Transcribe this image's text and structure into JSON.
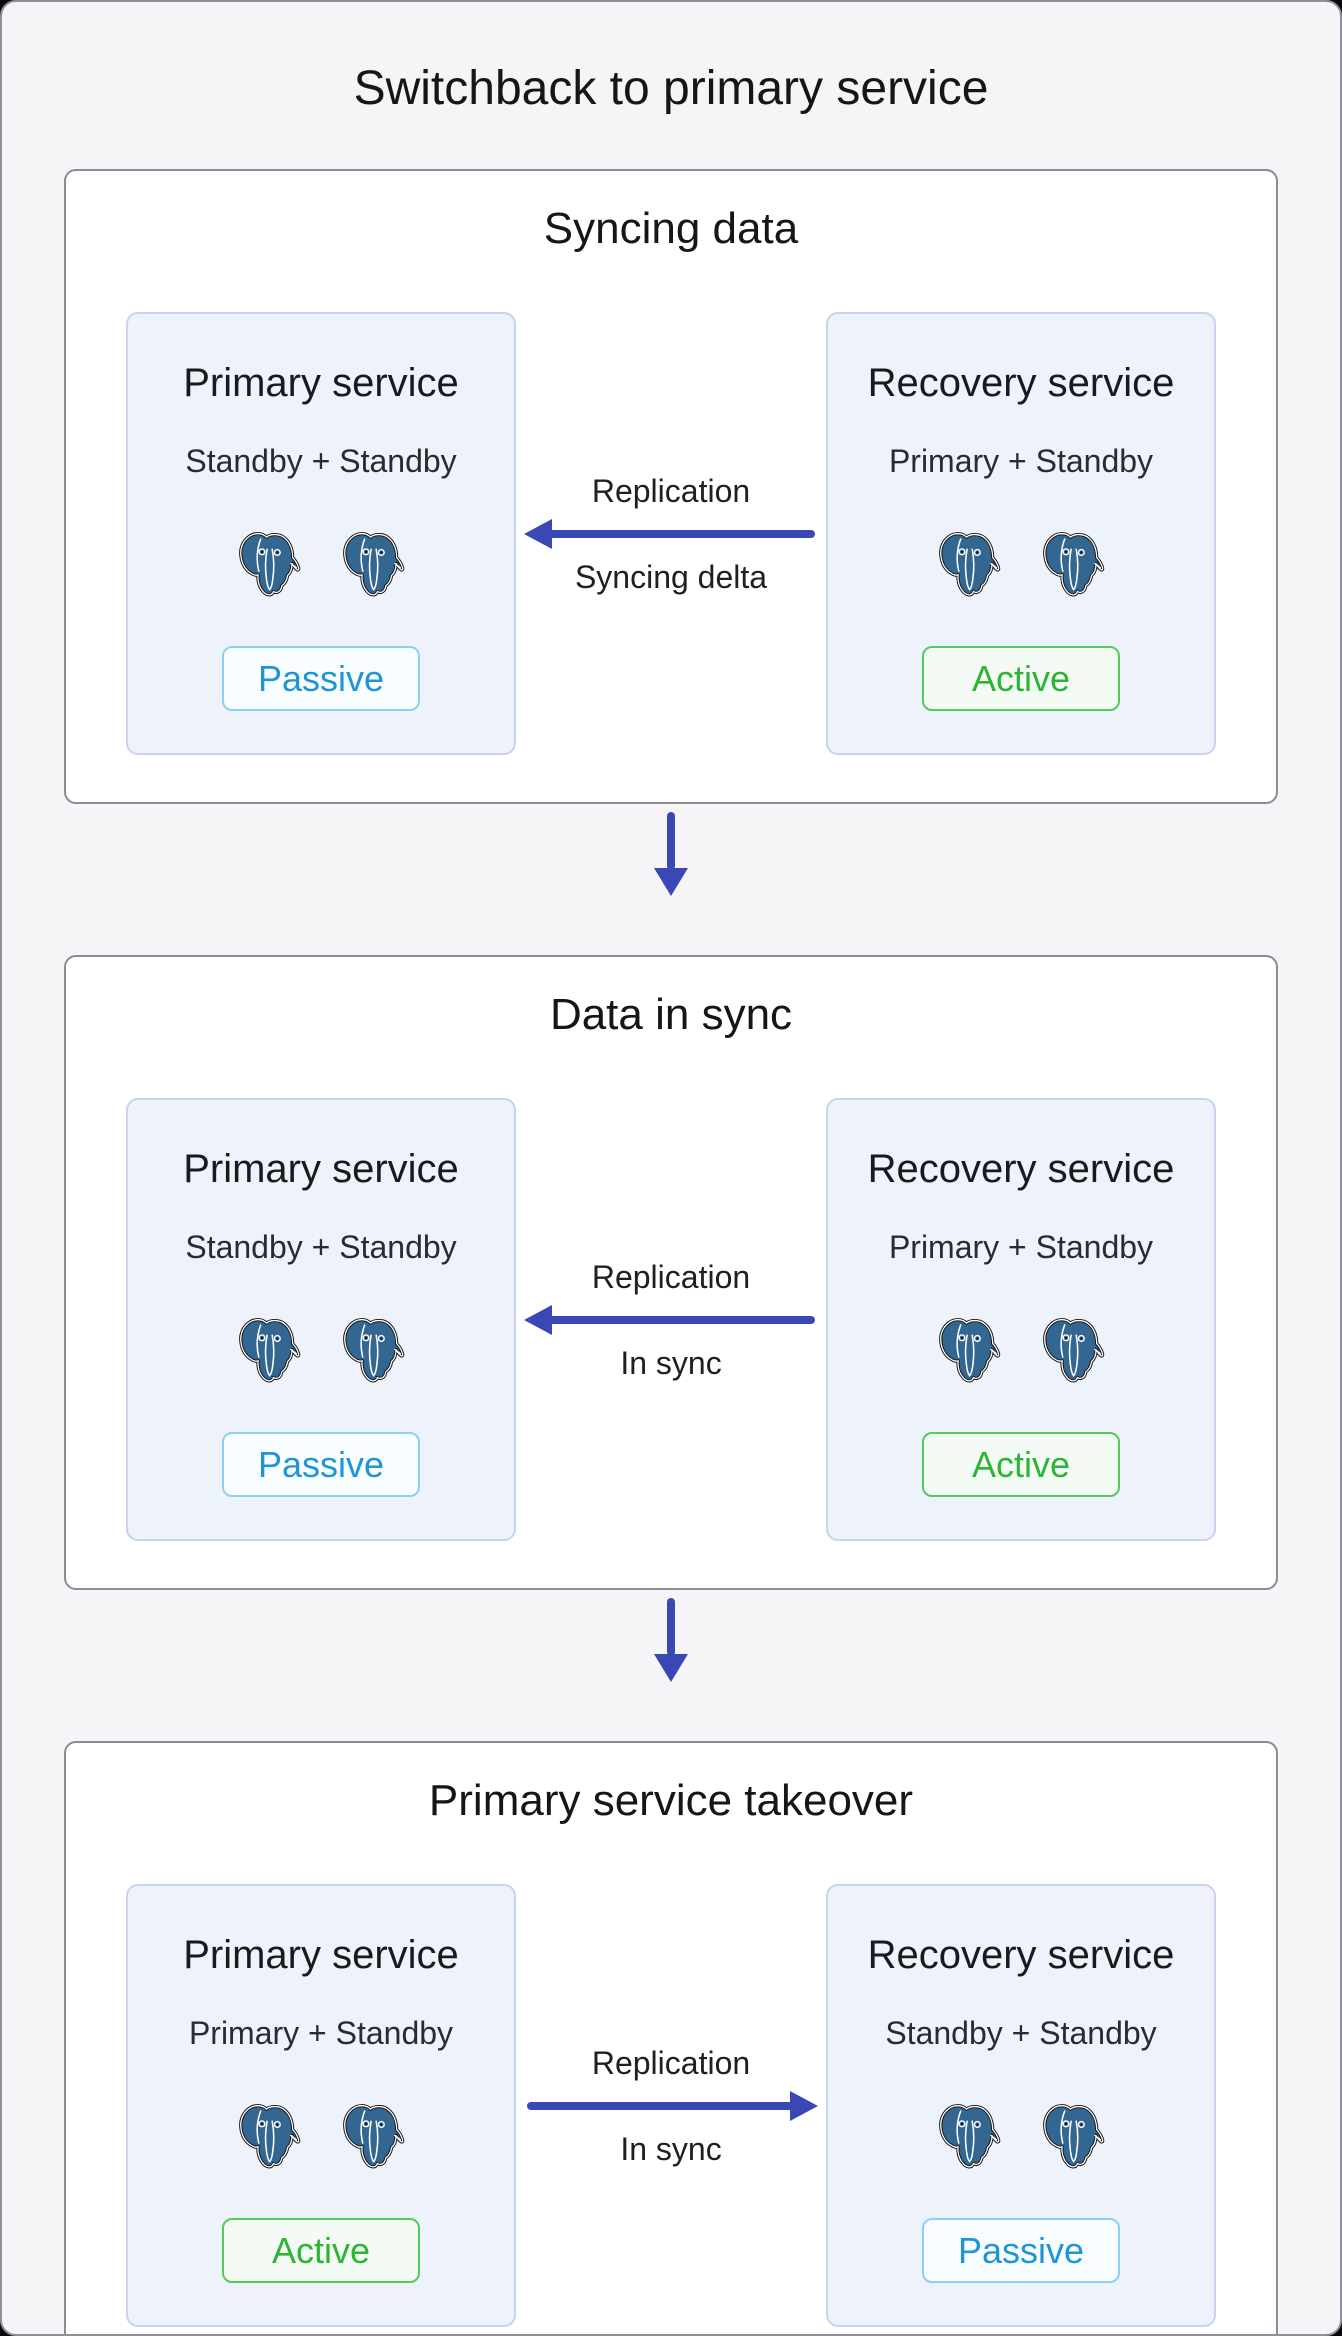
{
  "page": {
    "title": "Switchback to primary service",
    "background_color": "#f5f5f8"
  },
  "colors": {
    "flow_arrow": "#3a48b4",
    "panel_border": "#8b8b96",
    "service_box_bg": "#eef2fb",
    "service_box_border": "#c9d2ee",
    "status_active_text": "#2db435",
    "status_active_border": "#55ca5c",
    "status_passive_text": "#2095d5",
    "status_passive_border": "#8ecff2",
    "postgres_logo_blue": "#336791"
  },
  "icons": {
    "instance_icon": "postgresql-elephant-icon",
    "stage_connector": "down-arrow-icon"
  },
  "stages": [
    {
      "title": "Syncing data",
      "left": {
        "title": "Primary service",
        "subtitle": "Standby + Standby",
        "status": "Passive",
        "status_type": "passive",
        "instance_count": 2
      },
      "right": {
        "title": "Recovery service",
        "subtitle": "Primary + Standby",
        "status": "Active",
        "status_type": "active",
        "instance_count": 2
      },
      "arrow": {
        "direction": "left",
        "label_top": "Replication",
        "label_bottom": "Syncing delta"
      }
    },
    {
      "title": "Data in sync",
      "left": {
        "title": "Primary service",
        "subtitle": "Standby + Standby",
        "status": "Passive",
        "status_type": "passive",
        "instance_count": 2
      },
      "right": {
        "title": "Recovery service",
        "subtitle": "Primary + Standby",
        "status": "Active",
        "status_type": "active",
        "instance_count": 2
      },
      "arrow": {
        "direction": "left",
        "label_top": "Replication",
        "label_bottom": "In sync"
      }
    },
    {
      "title": "Primary service takeover",
      "left": {
        "title": "Primary service",
        "subtitle": "Primary + Standby",
        "status": "Active",
        "status_type": "active",
        "instance_count": 2
      },
      "right": {
        "title": "Recovery service",
        "subtitle": "Standby + Standby",
        "status": "Passive",
        "status_type": "passive",
        "instance_count": 2
      },
      "arrow": {
        "direction": "right",
        "label_top": "Replication",
        "label_bottom": "In sync"
      }
    }
  ]
}
